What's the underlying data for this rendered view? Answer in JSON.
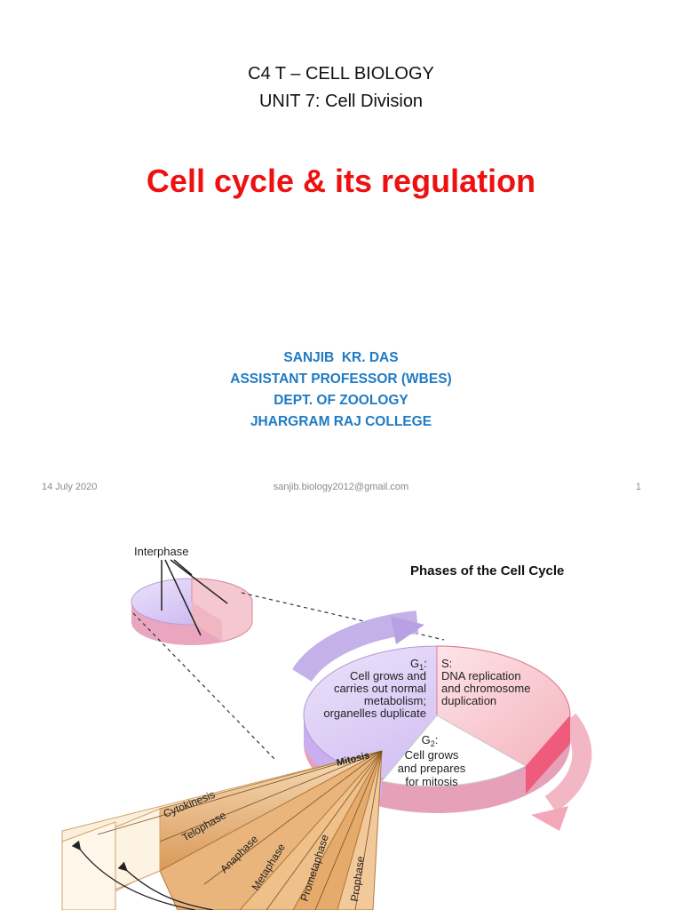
{
  "slide1": {
    "course": "C4 T – CELL BIOLOGY",
    "unit": "UNIT 7: Cell Division",
    "title": "Cell cycle & its regulation",
    "author_lines": [
      "SANJIB  KR. DAS",
      "ASSISTANT PROFESSOR (WBES)",
      "DEPT. OF ZOOLOGY",
      "JHARGRAM RAJ COLLEGE"
    ],
    "footer": {
      "date": "14 July 2020",
      "email": "sanjib.biology2012@gmail.com",
      "page": "1"
    }
  },
  "slide2": {
    "title": "Phases of the Cell Cycle",
    "diagram": {
      "interphase_label": "Interphase",
      "g1": {
        "label": "G",
        "sub": "1",
        "suffix": ":",
        "lines": [
          "Cell grows and",
          "carries out normal",
          "metabolism;",
          "organelles duplicate"
        ]
      },
      "s": {
        "label": "S:",
        "lines": [
          "DNA replication",
          "and chromosome",
          "duplication"
        ]
      },
      "g2": {
        "label": "G",
        "sub": "2",
        "suffix": ":",
        "lines": [
          "Cell grows",
          "and prepares",
          "for mitosis"
        ]
      },
      "mitosis_label": "Mitosis",
      "mitosis_phases": [
        "Cytokinesis",
        "Telophase",
        "Anaphase",
        "Metaphase",
        "Prometaphase",
        "Prophase"
      ]
    }
  },
  "colors": {
    "title_red": "#ee1111",
    "author_blue": "#1f7bc3",
    "g1_lavender": "#c9b4ef",
    "s_pink": "#f7c9cf",
    "mitosis_tan": "#e8b57c"
  }
}
